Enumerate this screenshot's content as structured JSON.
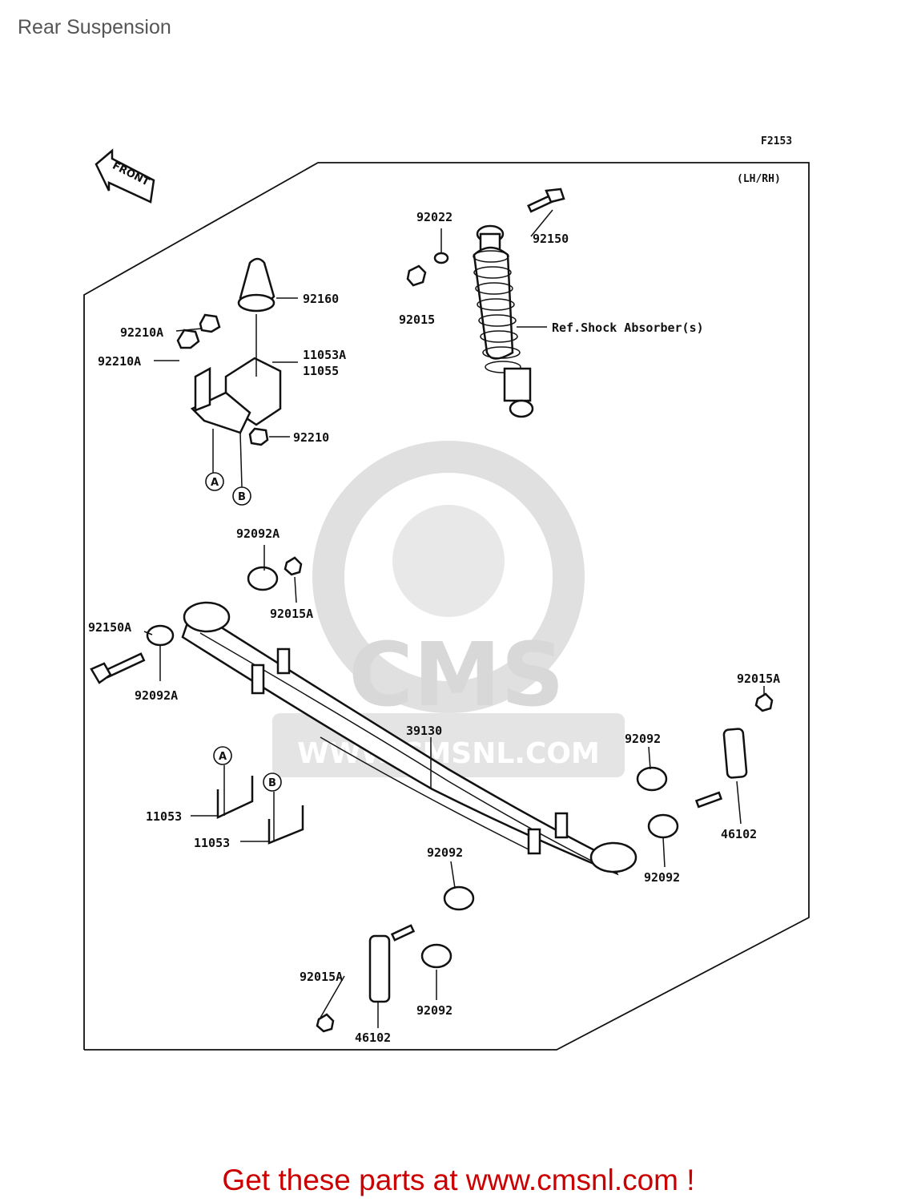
{
  "page_title": "Rear Suspension",
  "figure_code": "F2153",
  "side_note": "(LH/RH)",
  "front_label": "FRONT",
  "watermark": {
    "brand": "CMS",
    "url": "WWW.CMSNL.COM"
  },
  "reference_marks": {
    "a": "A",
    "b": "B"
  },
  "callouts": {
    "p92022": "92022",
    "p92150": "92150",
    "p92015": "92015",
    "p92160": "92160",
    "ref_shock": "Ref.Shock Absorber(s)",
    "p92210A_top": "92210A",
    "p92210A_bottom": "92210A",
    "p11053A": "11053A",
    "p11055": "11055",
    "p92210": "92210",
    "p92092A_top": "92092A",
    "p92015A_left": "92015A",
    "p92150A": "92150A",
    "p92092A_bottom": "92092A",
    "p92015A_right": "92015A",
    "p39130": "39130",
    "p92092_upper": "92092",
    "p46102_right": "46102",
    "p11053_a": "11053",
    "p11053_b": "11053",
    "p92092_mid_left": "92092",
    "p92092_mid_right": "92092",
    "p92015A_bottom": "92015A",
    "p92092_bottom": "92092",
    "p46102_bottom": "46102"
  },
  "footer_cta": "Get these parts at www.cmsnl.com !",
  "colors": {
    "cta": "#cc0000",
    "title": "#555555",
    "ink": "#111111",
    "watermark": "#d8d8d8"
  }
}
